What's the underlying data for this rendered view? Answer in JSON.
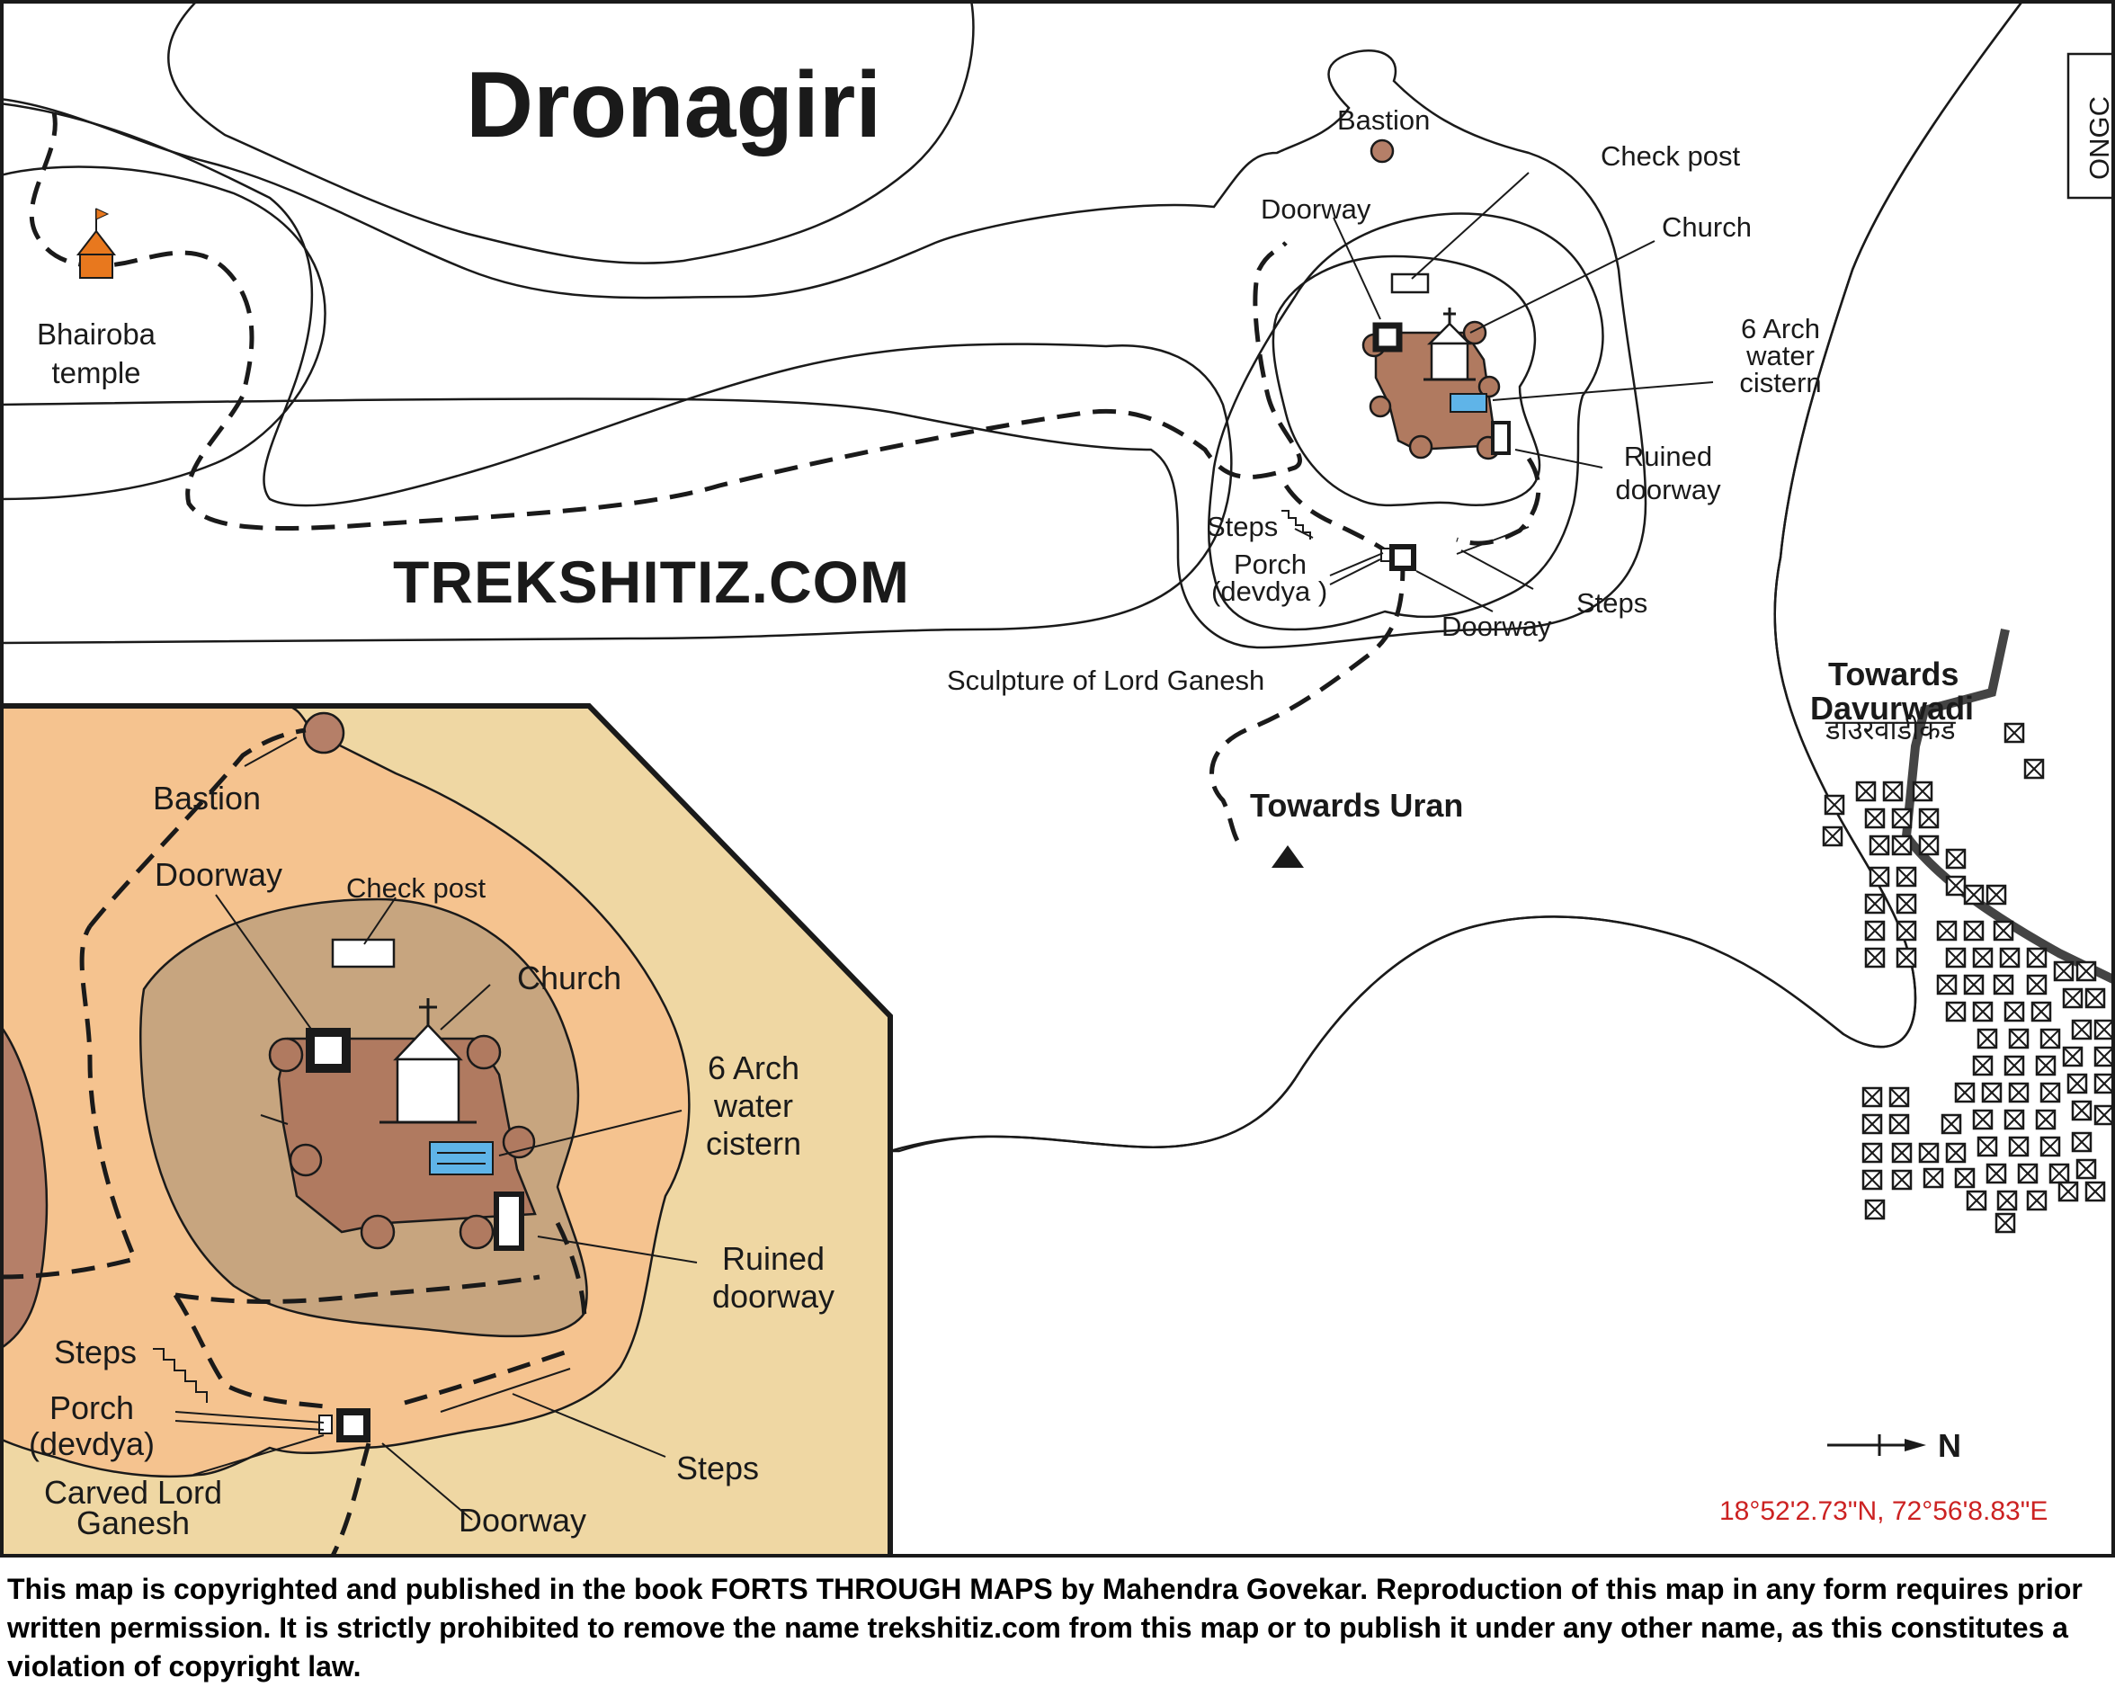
{
  "map": {
    "title": "Dronagiri",
    "watermark": "TREKSHITIZ.COM",
    "colors": {
      "plateau_light": "#EFD7A3",
      "slope_orange": "#F5C38F",
      "cliff_brown": "#B57F68",
      "fort_wall_tan": "#C7A57F",
      "fort_inner": "#B07A60",
      "cistern_blue": "#5FB4E8",
      "temple_orange": "#E8781E",
      "coordinate_red": "#CC2222",
      "sea_white": "#FFFFFF"
    },
    "labels": {
      "bhairoba_temple": [
        "Bhairoba",
        "temple"
      ],
      "bastion": "Bastion",
      "check_post": "Check post",
      "doorway_top": "Doorway",
      "church": "Church",
      "arch_cistern": [
        "6 Arch",
        "water",
        "cistern"
      ],
      "ruined_doorway": [
        "Ruined",
        "doorway"
      ],
      "steps_left": "Steps",
      "porch": [
        "Porch",
        "(devdya )"
      ],
      "steps_right": "Steps",
      "doorway_bottom": "Doorway",
      "sculpture": "Sculpture of Lord Ganesh",
      "towards_uran": "Towards Uran",
      "towards_davurwadi": [
        "Towards",
        "Davurwadi"
      ],
      "davurwadi_marathi": "डाउरवाडीकड",
      "ongc": "ONGC",
      "north": "N",
      "coordinates": "18°52'2.73\"N, 72°56'8.83\"E"
    },
    "inset": {
      "bastion": "Bastion",
      "doorway_top": "Doorway",
      "check_post": "Check post",
      "church": "Church",
      "arch_cistern": [
        "6 Arch",
        "water",
        "cistern"
      ],
      "ruined_doorway": [
        "Ruined",
        "doorway"
      ],
      "steps_left": "Steps",
      "porch": [
        "Porch",
        "(devdya)"
      ],
      "carved_ganesh": [
        "Carved Lord",
        "Ganesh"
      ],
      "steps_right": "Steps",
      "doorway_bottom": "Doorway"
    }
  },
  "copyright": "This map is copyrighted and published in the book FORTS THROUGH MAPS by Mahendra Govekar. Reproduction of this map in any form requires prior written permission. It is strictly prohibited to remove the name trekshitiz.com from this map or to publish it under any other name, as this constitutes a violation of copyright law."
}
